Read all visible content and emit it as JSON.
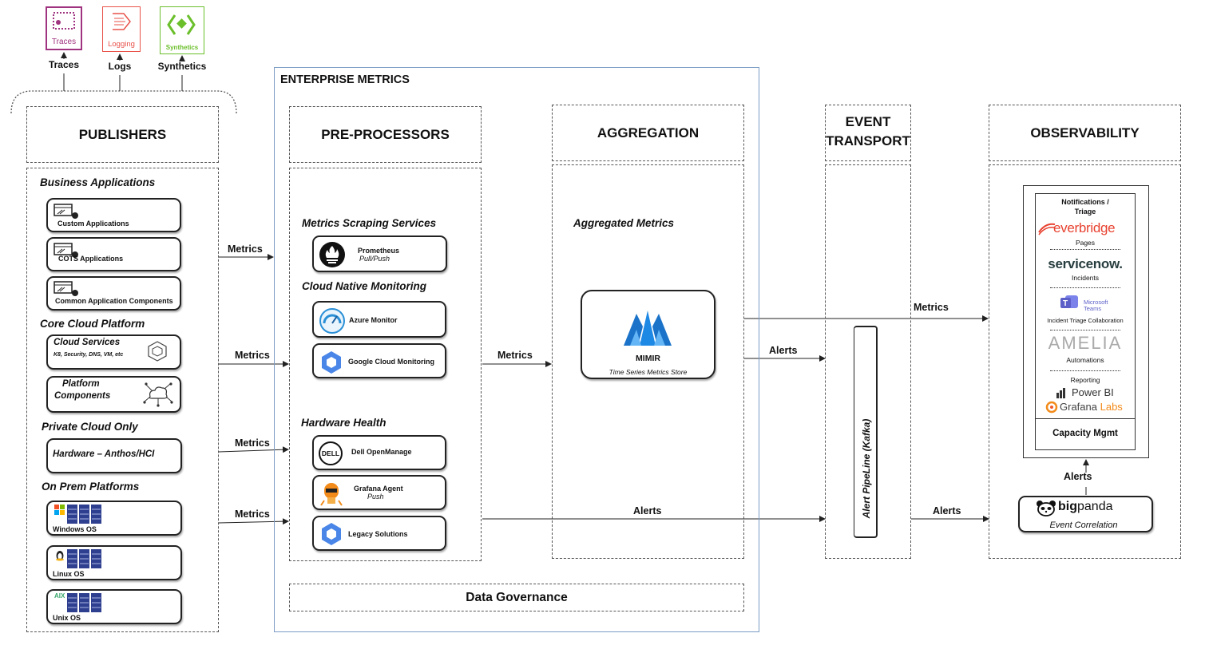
{
  "colors": {
    "traces": "#a0337f",
    "logging": "#e8524a",
    "synthetics": "#6bbf2b",
    "enterprise_border": "#7c9cc4",
    "mimir": "#1a73c9",
    "azure": "#2a8fd6",
    "gcp": "#4a86e8",
    "grafana": "#f28b1a",
    "servicenow_accent": "#62d84e",
    "teams": "#5b5fc7",
    "everbridge": "#e8412f"
  },
  "top": {
    "traces_icon": "Traces",
    "logging_icon": "Logging",
    "synthetics_icon": "Synthetics",
    "traces": "Traces",
    "logs": "Logs",
    "synthetics": "Synthetics"
  },
  "headers": {
    "publishers": "PUBLISHERS",
    "enterprise_metrics": "ENTERPRISE METRICS",
    "pre_processors": "PRE-PROCESSORS",
    "aggregation": "AGGREGATION",
    "event_transport_1": "EVENT",
    "event_transport_2": "TRANSPORT",
    "observability": "OBSERVABILITY"
  },
  "publishers": {
    "business_apps": "Business Applications",
    "custom_apps": "Custom Applications",
    "cots_apps": "COTS Applications",
    "common_components": "Common Application Components",
    "core_cloud": "Core Cloud Platform",
    "cloud_services": "Cloud Services",
    "cloud_services_sub": "K8, Security, DNS, VM, etc",
    "platform_components_1": "Platform",
    "platform_components_2": "Components",
    "private_cloud": "Private Cloud Only",
    "hardware": "Hardware – Anthos/HCI",
    "on_prem": "On Prem Platforms",
    "windows": "Windows OS",
    "linux": "Linux OS",
    "unix": "Unix OS",
    "aix": "AIX"
  },
  "preprocessors": {
    "scraping": "Metrics Scraping Services",
    "prometheus": "Prometheus",
    "prometheus_sub": "Pull/Push",
    "cloud_native": "Cloud Native Monitoring",
    "azure": "Azure Monitor",
    "gcp": "Google Cloud Monitoring",
    "hardware_health": "Hardware Health",
    "dell": "Dell OpenManage",
    "dell_logo": "DELL",
    "grafana_agent": "Grafana Agent",
    "grafana_agent_sub": "Push",
    "legacy": "Legacy Solutions"
  },
  "aggregation": {
    "aggregated_metrics": "Aggregated Metrics",
    "mimir": "MIMIR",
    "mimir_sub": "Time Series Metrics Store"
  },
  "event_transport": {
    "pipeline": "Alert PipeLine (Kafka)"
  },
  "observability": {
    "notifications_1": "Notifications /",
    "notifications_2": "Triage",
    "everbridge": "everbridge",
    "pages": "Pages",
    "servicenow": "servicenow.",
    "incidents": "Incidents",
    "teams_1": "Microsoft",
    "teams_2": "Teams",
    "incident_collab": "Incident Triage Collaboration",
    "amelia": "AMELIA",
    "automations": "Automations",
    "reporting": "Reporting",
    "powerbi": "Power BI",
    "grafana": "Grafana",
    "grafana_labs": "Labs",
    "capacity": "Capacity Mgmt",
    "bigpanda_1": "big",
    "bigpanda_2": "panda",
    "event_correlation": "Event Correlation"
  },
  "arrows": {
    "metrics_1": "Metrics",
    "metrics_2": "Metrics",
    "metrics_3": "Metrics",
    "metrics_4": "Metrics",
    "metrics_pre_agg": "Metrics",
    "metrics_obs": "Metrics",
    "alerts_agg": "Alerts",
    "alerts_pre": "Alerts",
    "alerts_transport": "Alerts",
    "alerts_bigpanda": "Alerts"
  },
  "data_governance": "Data Governance"
}
